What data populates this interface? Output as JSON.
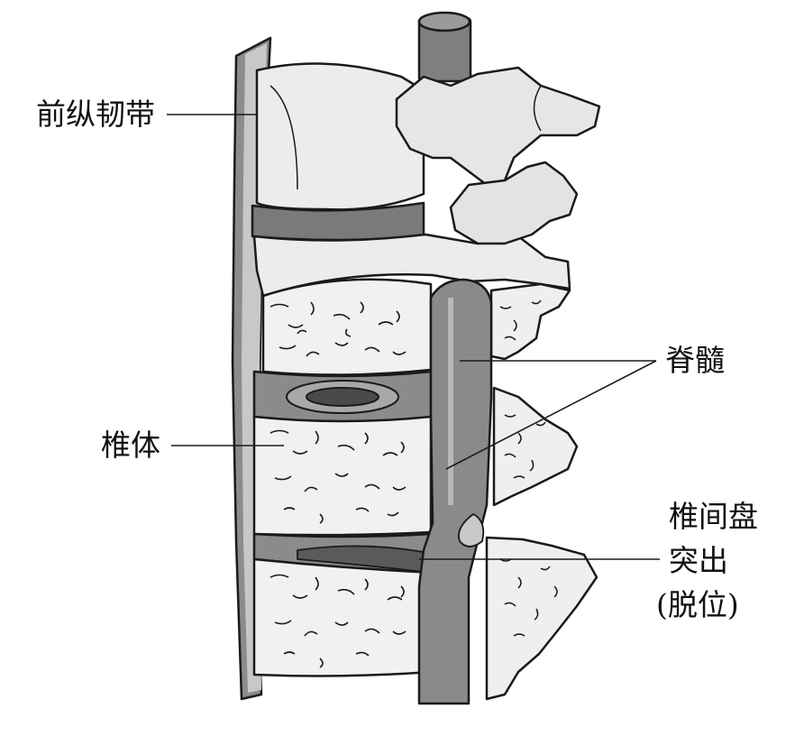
{
  "labels": {
    "anterior_ligament": "前纵韧带",
    "vertebral_body": "椎体",
    "spinal_cord": "脊髓",
    "herniation_line1": "椎间盘",
    "herniation_line2": "突出",
    "herniation_line3": "(脱位)"
  },
  "colors": {
    "outline": "#1a1a1a",
    "bone_light": "#e9e9e9",
    "bone_mid": "#d6d6d6",
    "disc_dark": "#7a7a7a",
    "cord": "#8a8a8a",
    "ligament": "#8c8c8c"
  }
}
